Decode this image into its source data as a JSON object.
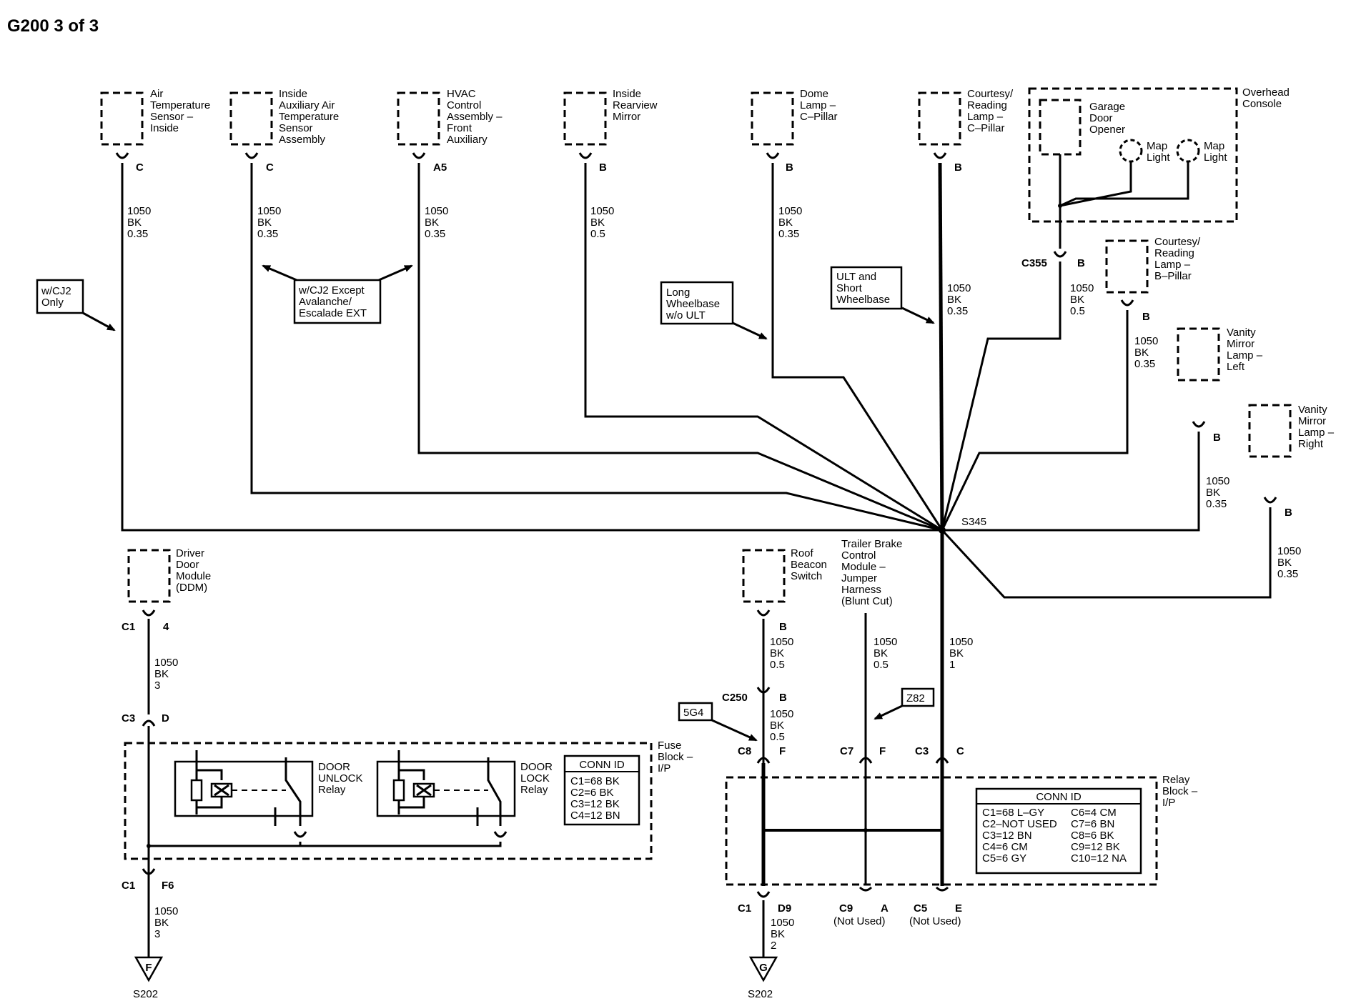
{
  "title": "G200 3 of 3",
  "components": {
    "air_temp": [
      "Air",
      "Temperature",
      "Sensor –",
      "Inside"
    ],
    "aux_air_temp": [
      "Inside",
      "Auxiliary Air",
      "Temperature",
      "Sensor",
      "Assembly"
    ],
    "hvac": [
      "HVAC",
      "Control",
      "Assembly –",
      "Front",
      "Auxiliary"
    ],
    "rearview": [
      "Inside",
      "Rearview",
      "Mirror"
    ],
    "dome": [
      "Dome",
      "Lamp –",
      "C–Pillar"
    ],
    "courtesy_c": [
      "Courtesy/",
      "Reading",
      "Lamp –",
      "C–Pillar"
    ],
    "overhead": [
      "Overhead",
      "Console"
    ],
    "garage": [
      "Garage",
      "Door",
      "Opener"
    ],
    "map1": [
      "Map",
      "Light"
    ],
    "map2": [
      "Map",
      "Light"
    ],
    "courtesy_b": [
      "Courtesy/",
      "Reading",
      "Lamp –",
      "B–Pillar"
    ],
    "vanity_l": [
      "Vanity",
      "Mirror",
      "Lamp –",
      "Left"
    ],
    "vanity_r": [
      "Vanity",
      "Mirror",
      "Lamp –",
      "Right"
    ],
    "ddm": [
      "Driver",
      "Door",
      "Module",
      "(DDM)"
    ],
    "beacon": [
      "Roof",
      "Beacon",
      "Switch"
    ],
    "trailer": [
      "Trailer Brake",
      "Control",
      "Module –",
      "Jumper",
      "Harness",
      "(Blunt Cut)"
    ],
    "fuse_block": [
      "Fuse",
      "Block –",
      "I/P"
    ],
    "relay_block": [
      "Relay",
      "Block –",
      "I/P"
    ],
    "door_unlock": [
      "DOOR",
      "UNLOCK",
      "Relay"
    ],
    "door_lock": [
      "DOOR",
      "LOCK",
      "Relay"
    ]
  },
  "pins": {
    "air_temp": "C",
    "aux_air_temp": "C",
    "hvac": "A5",
    "rearview": "B",
    "dome": "B",
    "courtesy_c": "B",
    "c355": "C355",
    "c355_pin": "B",
    "courtesy_b": "B",
    "vanity_l": "B",
    "vanity_r": "B",
    "ddm_c": "C1",
    "ddm_pin": "4",
    "fuse_c3": "C3",
    "fuse_d": "D",
    "fuse_c1": "C1",
    "fuse_f6": "F6",
    "beacon_pin": "B",
    "c250": "C250",
    "c250_pin": "B",
    "c8": "C8",
    "c8_pin": "F",
    "c7": "C7",
    "c7_pin": "F",
    "c3": "C3",
    "c3_pin": "C",
    "c1": "C1",
    "d9": "D9",
    "c9": "C9",
    "c9_pin": "A",
    "c5": "C5",
    "c5_pin": "E",
    "not_used_1": "(Not Used)",
    "not_used_2": "(Not Used)"
  },
  "wires": {
    "w_air": [
      "1050",
      "BK",
      "0.35"
    ],
    "w_aux": [
      "1050",
      "BK",
      "0.35"
    ],
    "w_hvac": [
      "1050",
      "BK",
      "0.35"
    ],
    "w_rear": [
      "1050",
      "BK",
      "0.5"
    ],
    "w_dome": [
      "1050",
      "BK",
      "0.35"
    ],
    "w_court_c": [
      "1050",
      "BK",
      "0.35"
    ],
    "w_c355": [
      "1050",
      "BK",
      "0.5"
    ],
    "w_court_b": [
      "1050",
      "BK",
      "0.35"
    ],
    "w_van_l": [
      "1050",
      "BK",
      "0.35"
    ],
    "w_van_r": [
      "1050",
      "BK",
      "0.35"
    ],
    "w_ddm": [
      "1050",
      "BK",
      "3"
    ],
    "w_fuse_out": [
      "1050",
      "BK",
      "3"
    ],
    "w_beacon": [
      "1050",
      "BK",
      "0.5"
    ],
    "w_c250": [
      "1050",
      "BK",
      "0.5"
    ],
    "w_trailer": [
      "1050",
      "BK",
      "0.5"
    ],
    "w_main": [
      "1050",
      "BK",
      "1"
    ],
    "w_relay_out": [
      "1050",
      "BK",
      "2"
    ]
  },
  "options": {
    "cj2": [
      "w/CJ2",
      "Only"
    ],
    "cj2_except": [
      "w/CJ2 Except",
      "Avalanche/",
      "Escalade EXT"
    ],
    "long_wb": [
      "Long",
      "Wheelbase",
      "w/o ULT"
    ],
    "ult": [
      "ULT and",
      "Short",
      "Wheelbase"
    ],
    "opt_5g4": "5G4",
    "opt_z82": "Z82"
  },
  "splice": "S345",
  "grounds": {
    "f": {
      "letter": "F",
      "label": "S202"
    },
    "g": {
      "letter": "G",
      "label": "S202"
    }
  },
  "conn_id_fuse": {
    "header": "CONN ID",
    "rows": [
      "C1=68 BK",
      "C2=6 BK",
      "C3=12 BK",
      "C4=12 BN"
    ]
  },
  "conn_id_relay": {
    "header": "CONN ID",
    "left": [
      "C1=68 L–GY",
      "C2–NOT USED",
      "C3=12 BN",
      "C4=6 CM",
      "C5=6 GY"
    ],
    "right": [
      "C6=4 CM",
      "C7=6 BN",
      "C8=6 BK",
      "C9=12 BK",
      "C10=12 NA"
    ]
  }
}
